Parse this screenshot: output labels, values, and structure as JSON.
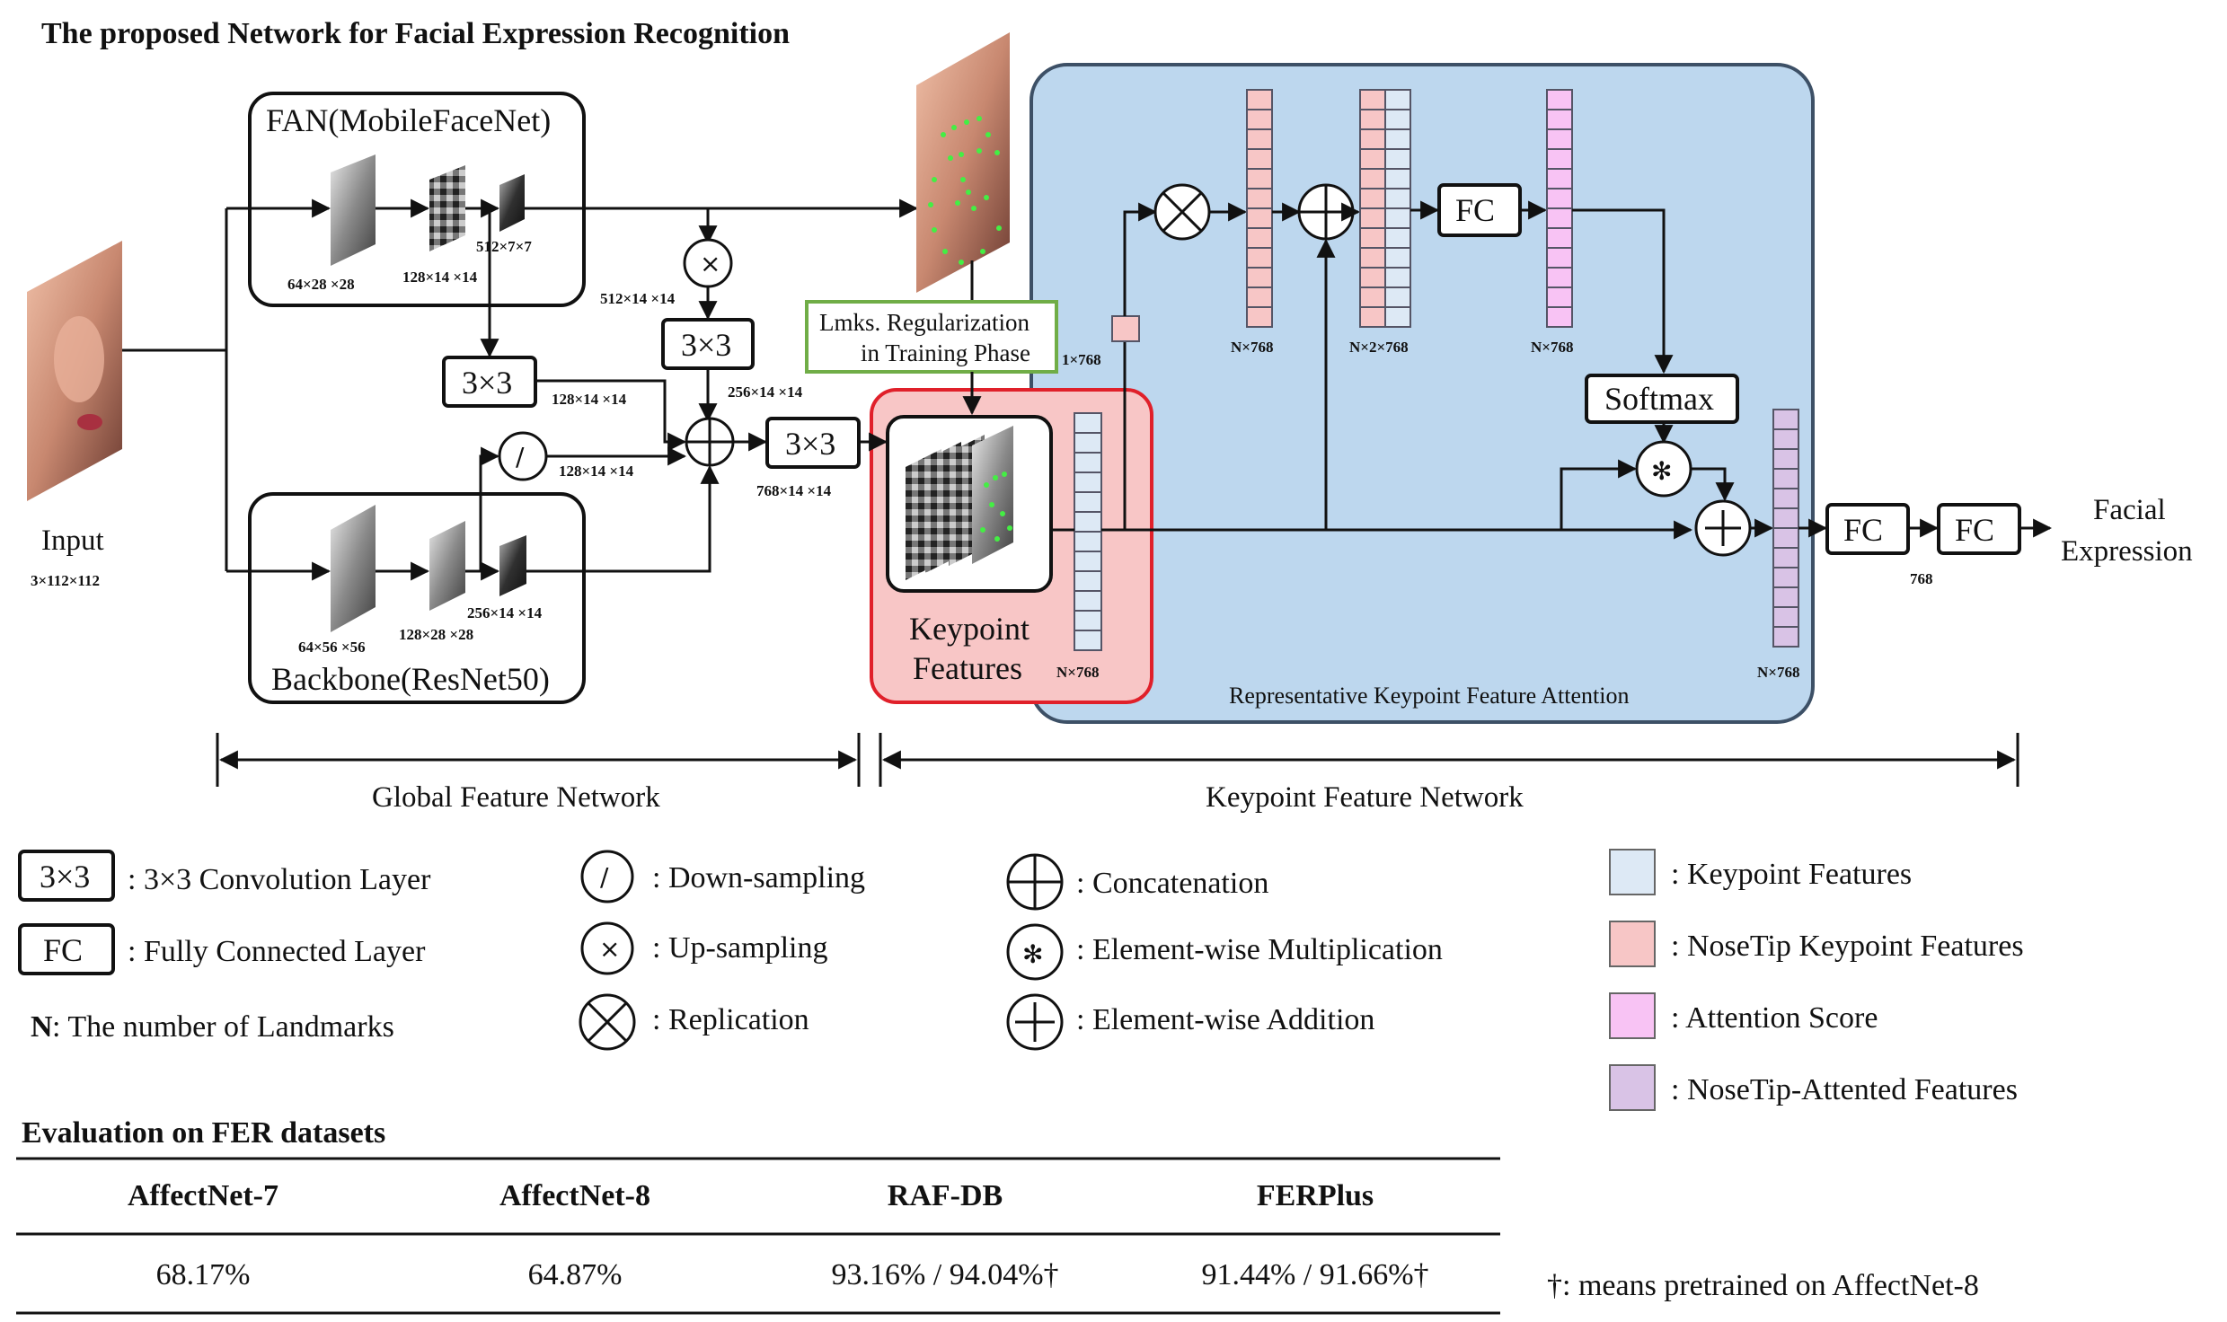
{
  "title": "The proposed Network for Facial Expression Recognition",
  "colors": {
    "rkfa_bg": "#bdd7ee",
    "rkfa_border": "#3d5066",
    "kp_bg": "#f8c6c6",
    "kp_border": "#e0202a",
    "keypoint_feature": "#dde9f5",
    "nosetip_feature": "#f7c6c6",
    "attention_score": "#f8c3f4",
    "nosetip_attended": "#d9c3e6",
    "green_border": "#70ad47"
  },
  "input": {
    "label": "Input",
    "dim": "3×112×112"
  },
  "fan": {
    "label": "FAN(MobileFaceNet)",
    "dims": [
      "64×28 ×28",
      "128×14 ×14",
      "512×7×7"
    ]
  },
  "backbone": {
    "label": "Backbone(ResNet50)",
    "dims": [
      "64×56 ×56",
      "128×28 ×28",
      "256×14 ×14"
    ]
  },
  "conv_label": "3×3",
  "fc_label": "FC",
  "softmax_label": "Softmax",
  "dims": {
    "upsample_in": "512×14 ×14",
    "conv_fan_out": "128×14 ×14",
    "conv_up_out": "256×14 ×14",
    "down_out": "128×14 ×14",
    "concat_out": "768×14 ×14",
    "kp_vec": "N×768",
    "nosetip_vec": "1×768",
    "replicated": "N×768",
    "concat2": "N×2×768",
    "attention": "N×768",
    "attended": "N×768",
    "fc_out": "768"
  },
  "regularization": {
    "line1": "Lmks. Regularization",
    "line2": "in Training  Phase"
  },
  "keypoint_features": {
    "line1": "Keypoint",
    "line2": "Features"
  },
  "rkfa_label": "Representative  Keypoint  Feature Attention",
  "output": {
    "line1": "Facial",
    "line2": "Expression"
  },
  "sections": {
    "global": "Global Feature Network",
    "keypoint": "Keypoint Feature Network"
  },
  "legend": {
    "conv": ": 3×3 Convolution Layer",
    "fc": ": Fully Connected Layer",
    "n_bold": "N",
    "n_text": ": The number of Landmarks",
    "down": ": Down-sampling",
    "up": ": Up-sampling",
    "replication": ": Replication",
    "concat": ": Concatenation",
    "mult": ": Element-wise Multiplication",
    "add": ": Element-wise Addition",
    "c_kp": ": Keypoint Features",
    "c_nose": ": NoseTip Keypoint Features",
    "c_att": ": Attention Score",
    "c_natt": ": NoseTip-Attented Features",
    "sym_down": "/",
    "sym_up": "×"
  },
  "evaluation": {
    "title": "Evaluation on FER datasets",
    "headers": [
      "AffectNet-7",
      "AffectNet-8",
      "RAF-DB",
      "FERPlus"
    ],
    "values": [
      "68.17%",
      "64.87%",
      "93.16% / 94.04%†",
      "91.44% / 91.66%†"
    ],
    "footnote": "†: means pretrained on AffectNet-8"
  }
}
